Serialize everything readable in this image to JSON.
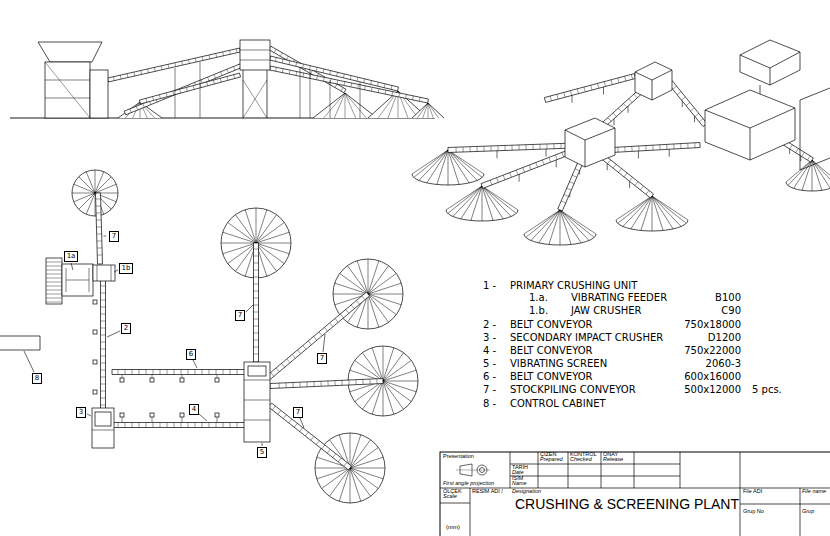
{
  "diagram": {
    "title": "CRUSHING & SCREENING PLANT",
    "nodes": [
      {
        "text": [
          "7"
        ]
      },
      {
        "text": [
          "1a"
        ]
      },
      {
        "text": [
          "1b"
        ]
      },
      {
        "text": [
          "7"
        ]
      },
      {
        "text": [
          "2"
        ]
      },
      {
        "text": [
          "6"
        ]
      },
      {
        "text": [
          "7"
        ]
      },
      {
        "text": [
          "8"
        ]
      },
      {
        "text": [
          "4"
        ]
      },
      {
        "text": [
          "3"
        ]
      },
      {
        "text": [
          "7"
        ]
      },
      {
        "text": [
          "5"
        ]
      }
    ],
    "labels": [
      "1 -",
      "PRIMARY CRUSHING UNIT",
      "1.a.",
      "VIBRATING FEEDER",
      "B100",
      "1.b.",
      "JAW CRUSHER",
      "C90",
      "2 -",
      "BELT CONVEYOR",
      "750x18000",
      "3 -",
      "SECONDARY IMPACT CRUSHER",
      "D1200",
      "4 -",
      "BELT CONVEYOR",
      "750x22000",
      "5 -",
      "VIBRATING SCREEN",
      "2060-3",
      "6 -",
      "BELT CONVEYOR",
      "600x16000",
      "7 -",
      "STOCKPILING CONVEYOR",
      "500x12000",
      "5 pcs.",
      "8 -",
      "CONTROL CABINET",
      "Presentation",
      "ÇİZEN",
      "Prepared",
      "KONTROL",
      "Checked",
      "ONAY",
      "Release",
      "TARİH",
      "Date",
      "İSİM",
      "Name",
      "First angle projection",
      "ÖLÇEK",
      "Scale",
      "RESİM ADI /",
      "Designation",
      "File ADI",
      "File name",
      "Grup No",
      "Grup",
      "(mm)"
    ]
  }
}
